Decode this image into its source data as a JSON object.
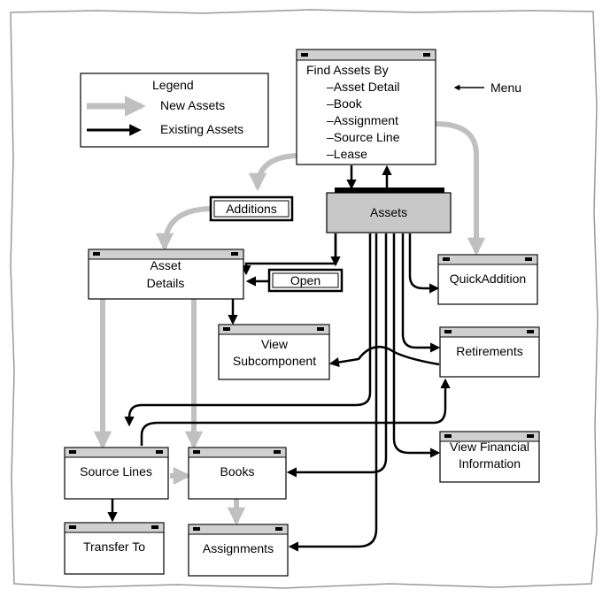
{
  "legend": {
    "title": "Legend",
    "new_assets": "New Assets",
    "existing_assets": "Existing Assets"
  },
  "menu_label": "Menu",
  "find_assets": {
    "title": "Find Assets By",
    "items": [
      "–Asset Detail",
      "–Book",
      "–Assignment",
      "–Source Line",
      "–Lease"
    ]
  },
  "assets": "Assets",
  "buttons": {
    "additions": "Additions",
    "open": "Open"
  },
  "windows": {
    "asset_details": [
      "Asset",
      "Details"
    ],
    "quick_addition": "QuickAddition",
    "view_subcomponent": [
      "View",
      "Subcomponent"
    ],
    "retirements": "Retirements",
    "view_financial": [
      "View Financial",
      "Information"
    ],
    "source_lines": "Source Lines",
    "books": "Books",
    "transfer_to": "Transfer To",
    "assignments": "Assignments"
  },
  "colors": {
    "new_assets_arrow": "#c0c0c0",
    "existing_assets_arrow": "#000000",
    "assets_fill": "#c8c8c8",
    "titlebar_fill": "#d0d0d0"
  }
}
